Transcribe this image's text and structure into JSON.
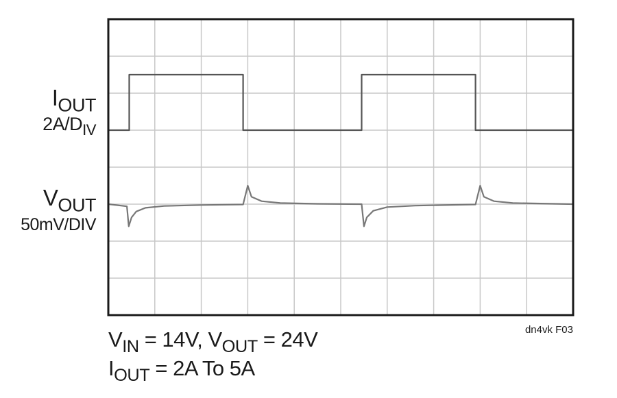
{
  "chart_data": {
    "type": "line",
    "grid": true,
    "divisions": {
      "x": 10,
      "y": 8
    },
    "series": [
      {
        "name_main": "I",
        "name_sub": "OUT",
        "scale_main": "2A/D",
        "scale_sub": "IV",
        "color": "#555555",
        "points": [
          [
            0,
            2
          ],
          [
            0.45,
            2
          ],
          [
            0.45,
            5
          ],
          [
            2.9,
            5
          ],
          [
            2.9,
            2
          ],
          [
            5.45,
            2
          ],
          [
            5.45,
            5
          ],
          [
            7.9,
            5
          ],
          [
            7.9,
            2
          ],
          [
            10,
            2
          ]
        ]
      },
      {
        "name_main": "V",
        "name_sub": "OUT",
        "scale_main": "50mV/DIV",
        "color": "#777777",
        "points": [
          [
            0,
            0
          ],
          [
            0.4,
            -3
          ],
          [
            0.44,
            -30
          ],
          [
            0.5,
            -18
          ],
          [
            0.6,
            -10
          ],
          [
            0.8,
            -5
          ],
          [
            1.2,
            -2.5
          ],
          [
            2.0,
            -1.2
          ],
          [
            2.9,
            -0.5
          ],
          [
            3.0,
            25
          ],
          [
            3.08,
            10
          ],
          [
            3.3,
            4
          ],
          [
            3.7,
            1.5
          ],
          [
            4.5,
            0.5
          ],
          [
            5.45,
            0
          ],
          [
            5.5,
            -30
          ],
          [
            5.56,
            -18
          ],
          [
            5.7,
            -9
          ],
          [
            6.0,
            -4
          ],
          [
            6.6,
            -2
          ],
          [
            7.4,
            -1
          ],
          [
            7.9,
            -0.5
          ],
          [
            8.0,
            25
          ],
          [
            8.08,
            10
          ],
          [
            8.3,
            4
          ],
          [
            8.7,
            1.5
          ],
          [
            10,
            0
          ]
        ]
      }
    ],
    "figure_id": "dn4vk F03",
    "conditions": {
      "line1": [
        {
          "t": "V"
        },
        {
          "t": "IN",
          "sub": true
        },
        {
          "t": " = 14V, V"
        },
        {
          "t": "OUT",
          "sub": true
        },
        {
          "t": " = 24V"
        }
      ],
      "line2": [
        {
          "t": "I"
        },
        {
          "t": "OUT",
          "sub": true
        },
        {
          "t": " = 2A To 5A"
        }
      ]
    }
  }
}
